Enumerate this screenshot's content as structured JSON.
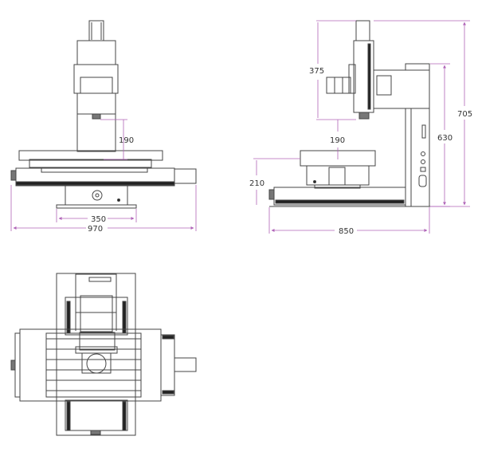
{
  "diagram": {
    "subject": "CNC milling machine orthographic drawing",
    "colors": {
      "outline": "#444444",
      "dimension": "#b064b8",
      "fill_dark": "#222222",
      "background": "#ffffff"
    },
    "views": {
      "front": {
        "dimensions": {
          "spindle_to_table": "190",
          "base_width": "350",
          "overall_width": "970"
        }
      },
      "side": {
        "dimensions": {
          "head_travel": "375",
          "spindle_to_table": "190",
          "table_height": "210",
          "overall_depth": "850",
          "column_height": "630",
          "overall_height": "705"
        }
      },
      "top": {
        "dimensions": {}
      }
    }
  }
}
